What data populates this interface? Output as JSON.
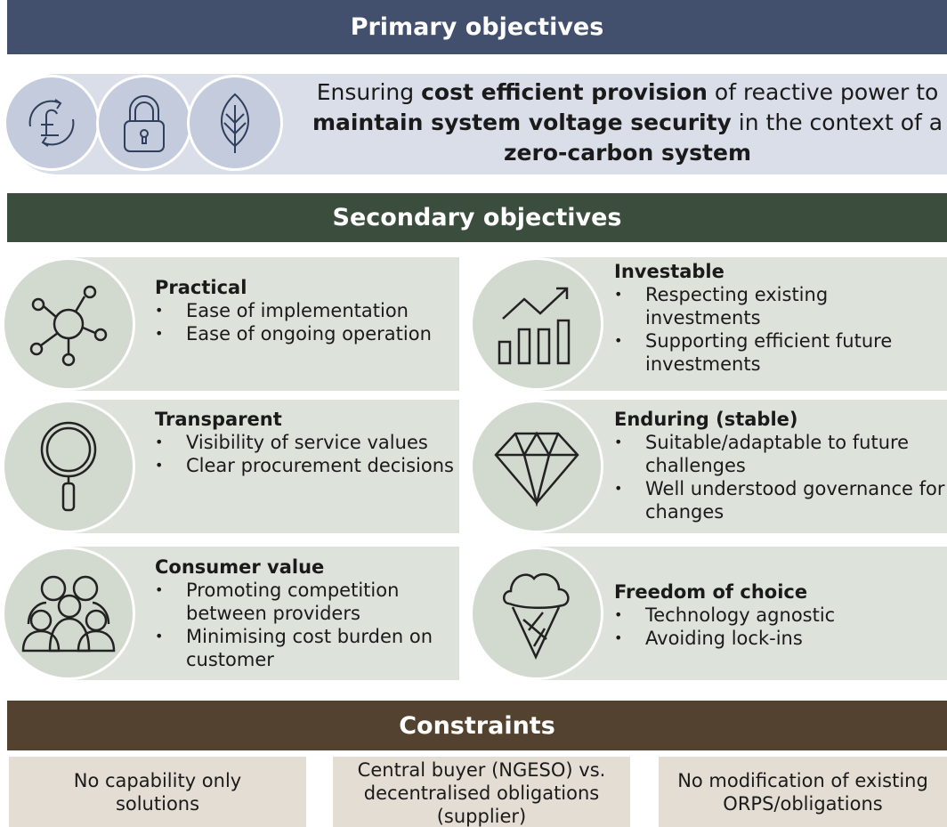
{
  "primary": {
    "header": "Primary objectives",
    "text_parts": [
      "Ensuring ",
      "cost efficient provision",
      " of reactive power to ",
      "maintain system voltage security",
      " in the context of a ",
      "zero-carbon system"
    ],
    "icons": [
      "pound-cycle-icon",
      "padlock-icon",
      "leaf-icon"
    ]
  },
  "secondary": {
    "header": "Secondary objectives",
    "cards": [
      {
        "title": "Practical",
        "bullets": [
          "Ease of implementation",
          "Ease of ongoing operation"
        ],
        "icon": "network-icon"
      },
      {
        "title": "Investable",
        "bullets": [
          "Respecting existing investments",
          "Supporting efficient future investments"
        ],
        "icon": "growth-chart-icon"
      },
      {
        "title": "Transparent",
        "bullets": [
          "Visibility of service values",
          "Clear procurement decisions"
        ],
        "icon": "magnifier-icon"
      },
      {
        "title": "Enduring (stable)",
        "bullets": [
          "Suitable/adaptable to future challenges",
          "Well understood governance for changes"
        ],
        "icon": "diamond-icon"
      },
      {
        "title": "Consumer value",
        "bullets": [
          "Promoting competition between providers",
          "Minimising cost burden on customer"
        ],
        "icon": "people-group-icon"
      },
      {
        "title": "Freedom of choice",
        "bullets": [
          "Technology agnostic",
          "Avoiding lock-ins"
        ],
        "icon": "ice-cream-icon"
      }
    ]
  },
  "constraints": {
    "header": "Constraints",
    "items": [
      "No capability only solutions",
      "Central buyer (NGESO) vs. decentralised obligations (supplier)",
      "No modification of existing ORPS/obligations"
    ]
  },
  "colors": {
    "primary_bar": "#42506e",
    "secondary_bar": "#3b4d3c",
    "constraints_bar": "#52422f"
  }
}
